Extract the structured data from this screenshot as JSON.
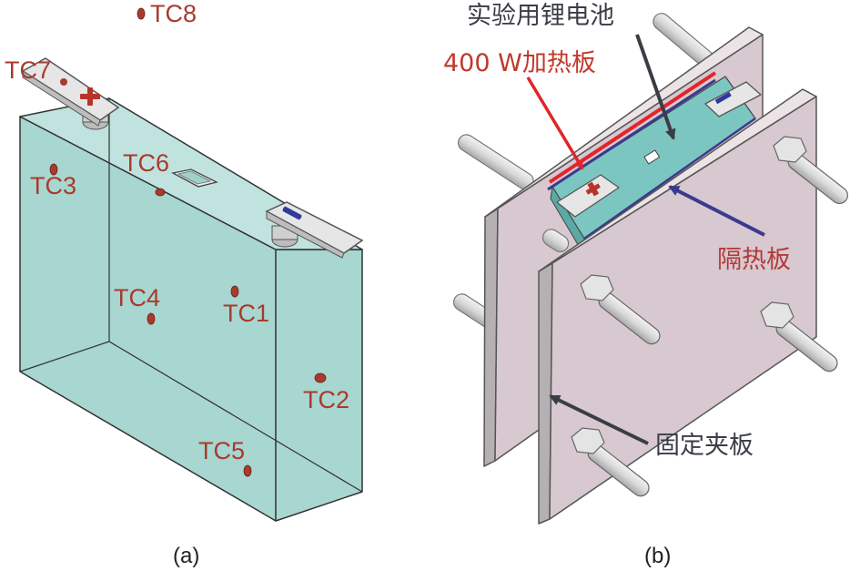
{
  "panel_a": {
    "caption": "(a)",
    "sensors": {
      "tc1": "TC1",
      "tc2": "TC2",
      "tc3": "TC3",
      "tc4": "TC4",
      "tc5": "TC5",
      "tc6": "TC6",
      "tc7": "TC7",
      "tc8": "TC8"
    }
  },
  "panel_b": {
    "caption": "(b)",
    "labels": {
      "battery": "实验用锂电池",
      "heater": "400 W加热板",
      "insulation": "隔热板",
      "clamp": "固定夹板"
    }
  },
  "colors": {
    "battery_body": "#9fd1cb",
    "sensor_red": "#a93a2c",
    "plate": "#d8c8cf",
    "arrow_red": "#e0262b",
    "arrow_blue": "#3b3a8e",
    "arrow_dark": "#3a3d46"
  }
}
